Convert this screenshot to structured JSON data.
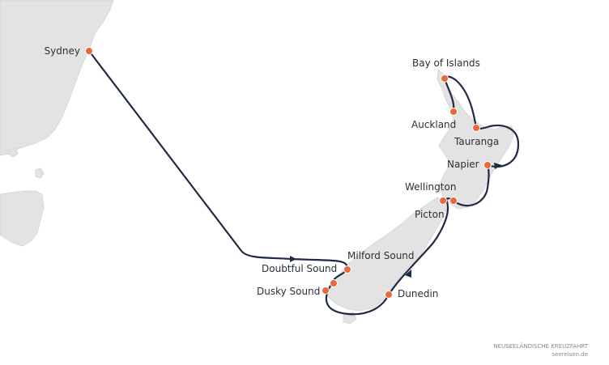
{
  "map": {
    "ports": [
      {
        "id": "sydney",
        "label": "Sydney"
      },
      {
        "id": "bay-of-islands",
        "label": "Bay of Islands"
      },
      {
        "id": "auckland",
        "label": "Auckland"
      },
      {
        "id": "tauranga",
        "label": "Tauranga"
      },
      {
        "id": "napier",
        "label": "Napier"
      },
      {
        "id": "wellington",
        "label": "Wellington"
      },
      {
        "id": "picton",
        "label": "Picton"
      },
      {
        "id": "milford-sound",
        "label": "Milford Sound"
      },
      {
        "id": "doubtful-sound",
        "label": "Doubtful Sound"
      },
      {
        "id": "dusky-sound",
        "label": "Dusky Sound"
      },
      {
        "id": "dunedin",
        "label": "Dunedin"
      }
    ],
    "colors": {
      "route": "#1f2a44",
      "port": "#e8683a",
      "land": "#e3e3e3"
    }
  },
  "credit": {
    "title": "NEUSEELÄNDISCHE KREUZFAHRT",
    "site": "seereisen.de"
  }
}
